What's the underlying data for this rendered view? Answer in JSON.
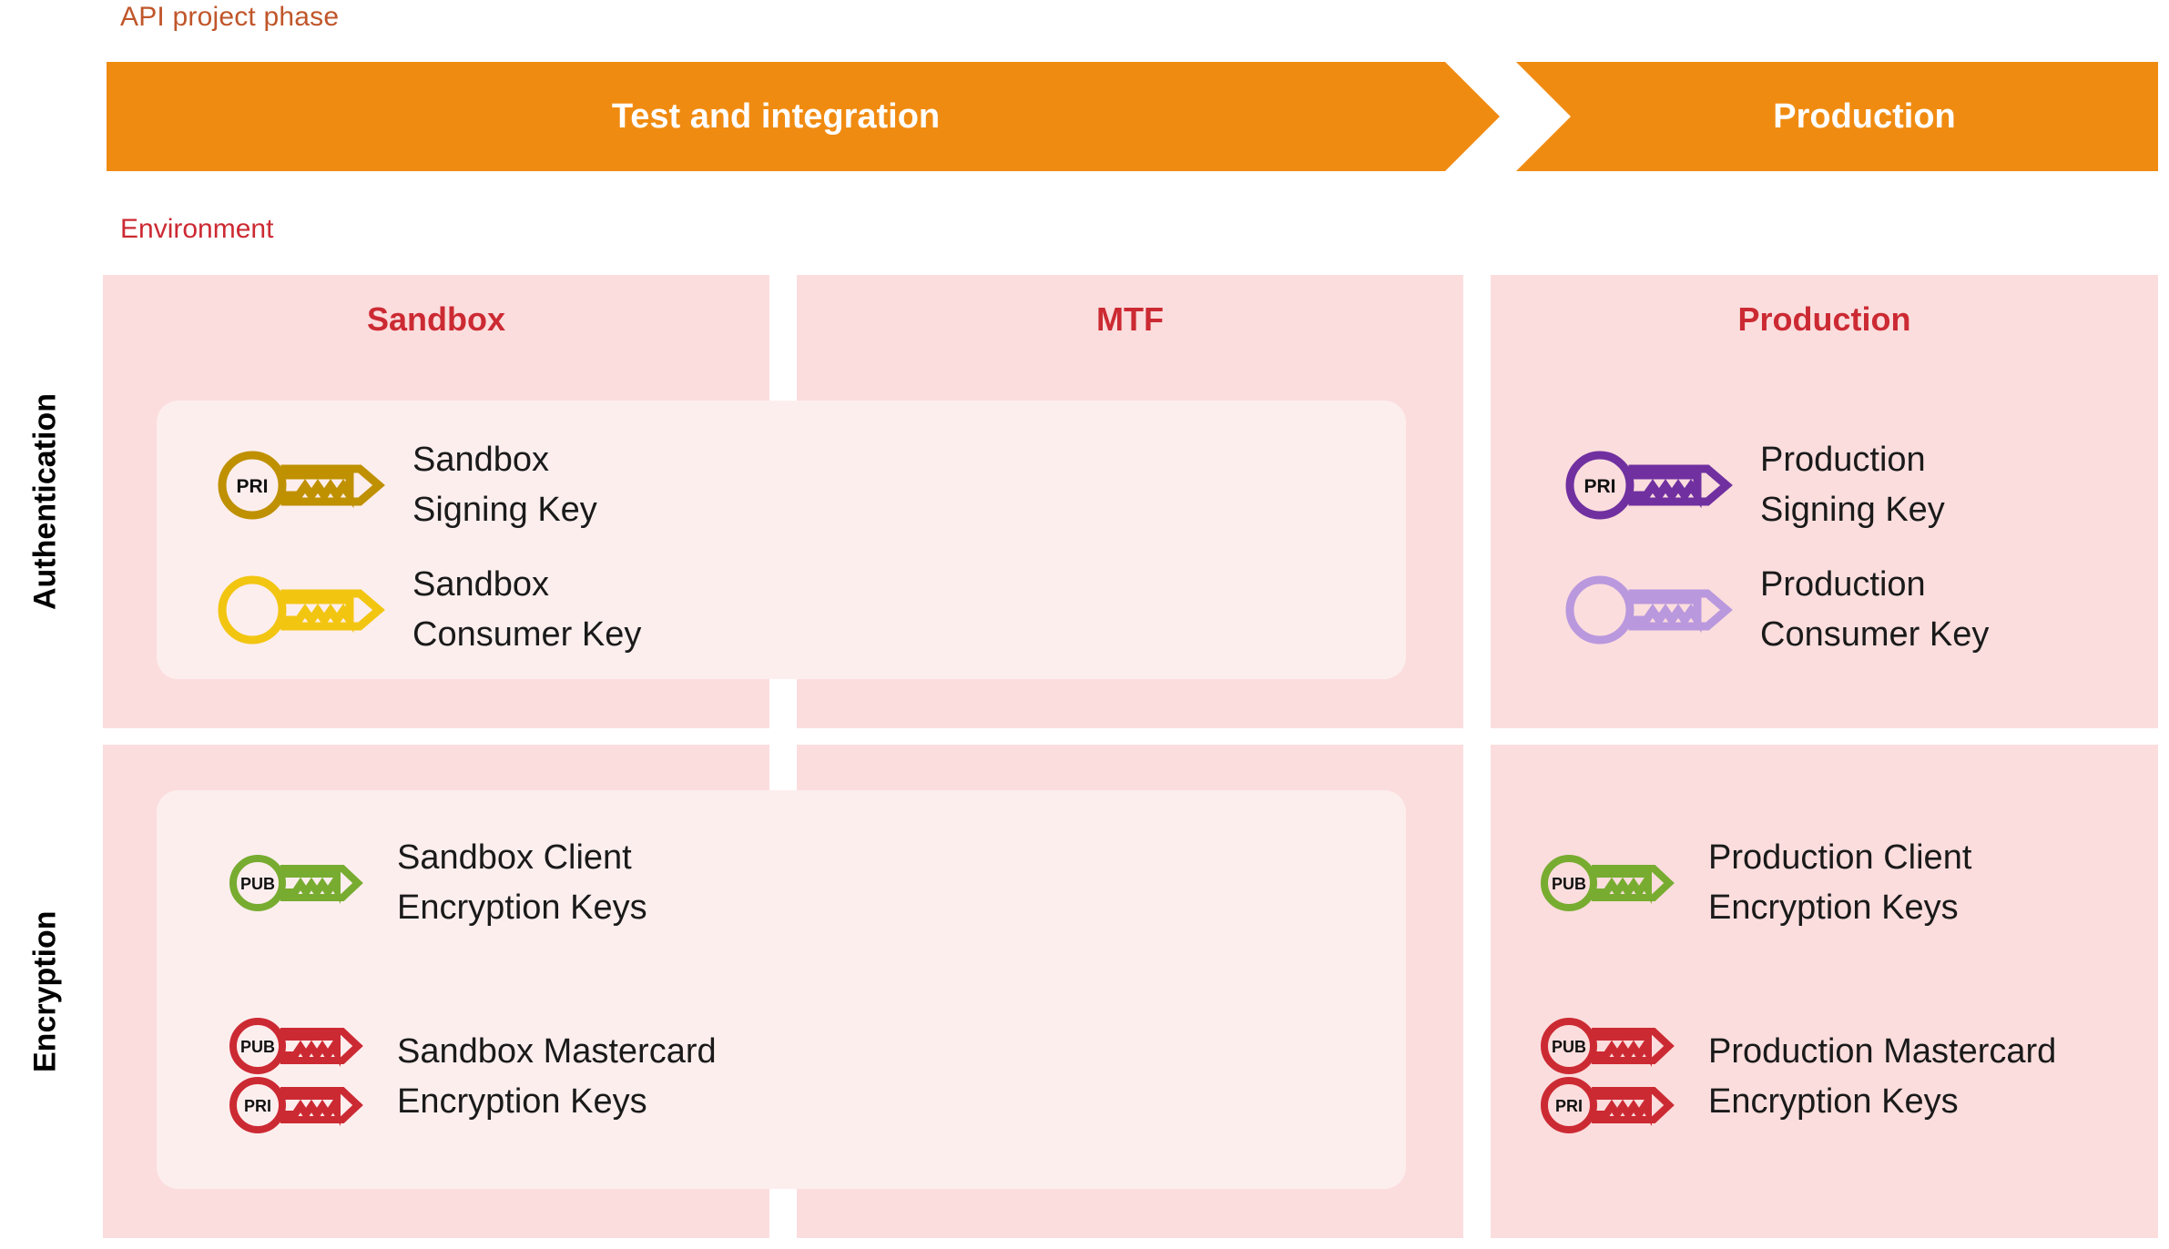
{
  "phase": {
    "label": "API project phase",
    "segments": [
      {
        "name": "test-and-integration",
        "label": "Test and integration"
      },
      {
        "name": "production",
        "label": "Production"
      }
    ],
    "color": "#F08B11",
    "label_color": "#C0562A"
  },
  "environment": {
    "label": "Environment",
    "label_color": "#CC2A33",
    "columns": [
      {
        "id": "sandbox",
        "label": "Sandbox"
      },
      {
        "id": "mtf",
        "label": "MTF"
      },
      {
        "id": "production",
        "label": "Production"
      }
    ],
    "panel_color": "#FBDDDD",
    "inner_panel_color": "#FDEEEE"
  },
  "rows": [
    {
      "id": "authentication",
      "label": "Authentication"
    },
    {
      "id": "encryption",
      "label": "Encryption"
    }
  ],
  "keys": {
    "authentication": {
      "sandbox": [
        {
          "icon": "key-icon",
          "badges": [
            "PRI"
          ],
          "color": "#BF9000",
          "label": "Sandbox\nSigning Key"
        },
        {
          "icon": "key-icon",
          "badges": [
            ""
          ],
          "color": "#F2C511",
          "label": "Sandbox\nConsumer Key"
        }
      ],
      "mtf": [],
      "production": [
        {
          "icon": "key-icon",
          "badges": [
            "PRI"
          ],
          "color": "#7030A0",
          "label": "Production\nSigning Key"
        },
        {
          "icon": "key-icon",
          "badges": [
            ""
          ],
          "color": "#B998DE",
          "label": "Production\nConsumer Key"
        }
      ]
    },
    "encryption": {
      "sandbox": [
        {
          "icon": "key-icon",
          "badges": [
            "PUB"
          ],
          "color": "#77AC30",
          "label": "Sandbox Client\nEncryption Keys"
        },
        {
          "icon": "key-pair-icon",
          "badges": [
            "PUB",
            "PRI"
          ],
          "color": "#CC2A33",
          "label": "Sandbox Mastercard\nEncryption Keys"
        }
      ],
      "mtf": [],
      "production": [
        {
          "icon": "key-icon",
          "badges": [
            "PUB"
          ],
          "color": "#77AC30",
          "label": "Production Client\nEncryption Keys"
        },
        {
          "icon": "key-pair-icon",
          "badges": [
            "PUB",
            "PRI"
          ],
          "color": "#CC2A33",
          "label": "Production Mastercard\nEncryption Keys"
        }
      ]
    }
  }
}
